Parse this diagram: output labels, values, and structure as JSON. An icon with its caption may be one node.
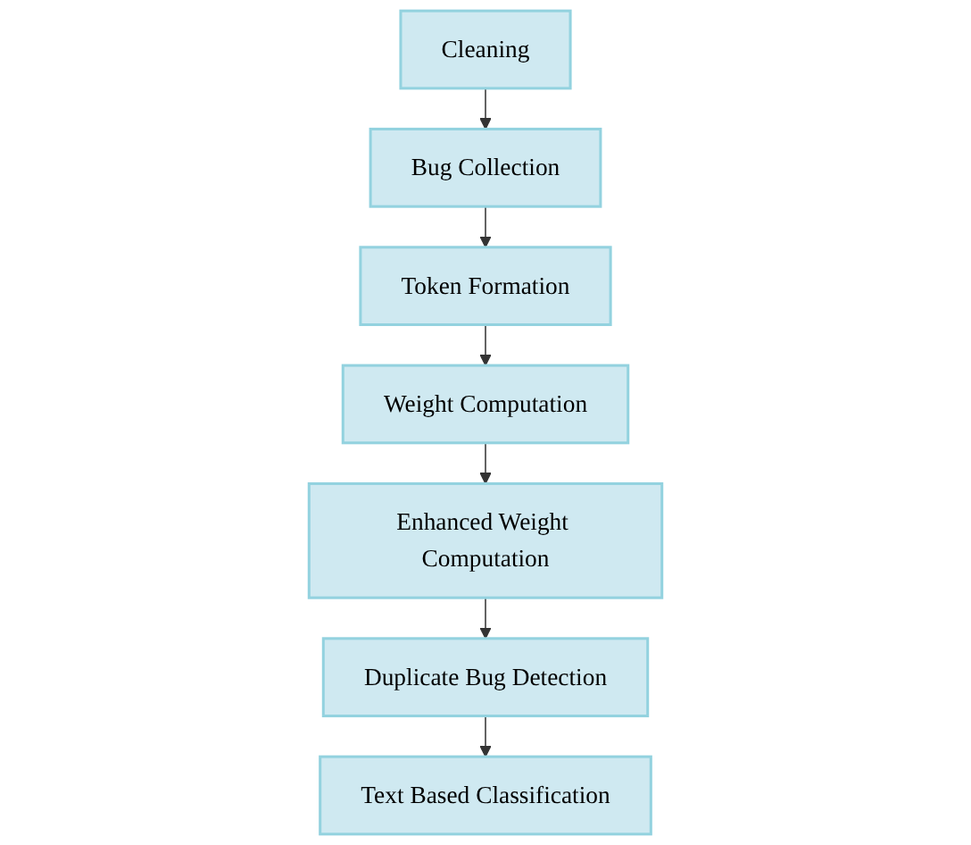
{
  "diagram": {
    "nodes": [
      {
        "text": [
          "Bug Collection"
        ]
      },
      {
        "text": [
          "Cleaning"
        ]
      },
      {
        "text": [
          "Token Formation"
        ]
      },
      {
        "text": [
          "Weight Computation"
        ]
      },
      {
        "text": [
          "Enhanced Weight Computation"
        ]
      },
      {
        "text": [
          "Duplicate Bug Detection"
        ]
      },
      {
        "text": [
          "Text Based Classification"
        ]
      }
    ],
    "edges": [
      {
        "from": 1,
        "to": 0,
        "arrow": "to"
      },
      {
        "from": 0,
        "to": 2,
        "arrow": "to"
      },
      {
        "from": 2,
        "to": 3,
        "arrow": "to"
      },
      {
        "from": 3,
        "to": 4,
        "arrow": "to"
      },
      {
        "from": 4,
        "to": 5,
        "arrow": "to"
      },
      {
        "from": 5,
        "to": 6,
        "arrow": "to"
      }
    ]
  }
}
